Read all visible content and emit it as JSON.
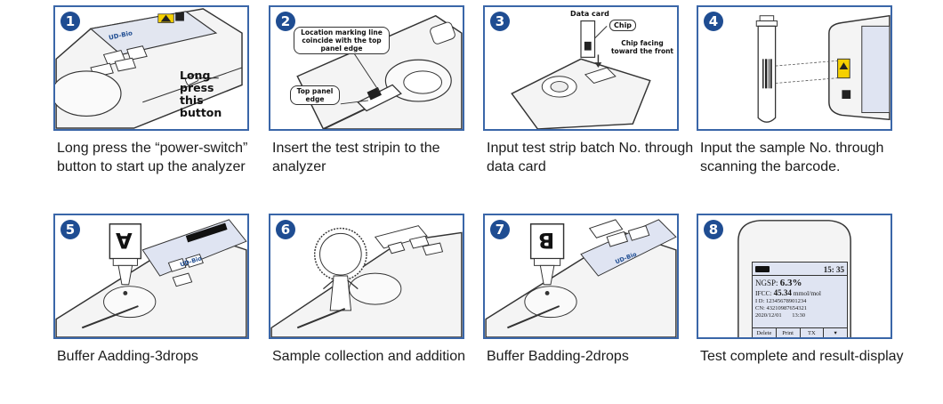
{
  "steps": [
    {
      "number": "1",
      "caption": "Long press the “power-switch” button to start up the analyzer",
      "callouts": [
        "Long press\nthis button"
      ],
      "device_brand": "UD-Bio"
    },
    {
      "number": "2",
      "caption": "Insert the test stripin to the analyzer",
      "callouts": [
        "Location marking line coincide with the top panel edge",
        "Top panel edge"
      ]
    },
    {
      "number": "3",
      "caption": "Input test strip batch No. through data card",
      "callouts": [
        "Data card",
        "Chip",
        "Chip facing toward the front"
      ]
    },
    {
      "number": "4",
      "caption": "Input the sample No. through scanning the barcode."
    },
    {
      "number": "5",
      "caption": "Buffer Aadding-3drops",
      "bottle_label": "A",
      "device_brand": "UD-Bio"
    },
    {
      "number": "6",
      "caption": "Sample collection and addition"
    },
    {
      "number": "7",
      "caption": "Buffer Badding-2drops",
      "bottle_label": "B",
      "device_brand": "UD-Bio"
    },
    {
      "number": "8",
      "caption": "Test complete and result-display",
      "screen": {
        "time": "15: 35",
        "ngsp_label": "NGSP:",
        "ngsp_value": "6.3%",
        "ifcc_label": "IFCC:",
        "ifcc_value": "45.34",
        "ifcc_unit": "mmol/mol",
        "id_line": "I D: 12345678901234",
        "cn_line": "CN:  43210987654321",
        "date": "2020/12/01",
        "clock": "13:30",
        "buttons": [
          "Delete",
          "Print",
          "TX",
          "▾"
        ]
      }
    }
  ],
  "colors": {
    "border": "#3a66a8",
    "badge": "#1f4d92",
    "lcd": "#dfe4f2",
    "line": "#333333"
  },
  "icons": [
    "power-button-icon",
    "ok-button-icon",
    "barcode-icon",
    "warning-label-icon"
  ]
}
